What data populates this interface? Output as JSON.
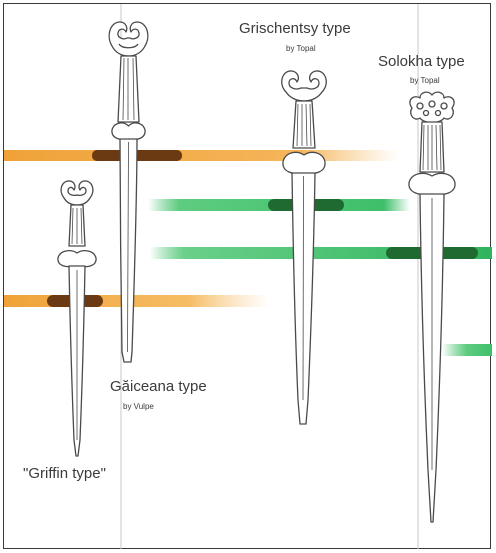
{
  "colors": {
    "orange": "#f0a238",
    "orange_dark": "#6b3a12",
    "green": "#3fbf6a",
    "green_dark": "#1f6a30",
    "outline": "#4a4a4a",
    "grid_line": "#c8c8c8",
    "text": "#3b3b3b"
  },
  "labels": {
    "grischentsy": {
      "name": "Grischentsy type",
      "by": "by Topal"
    },
    "solokha": {
      "name": "Solokha type",
      "by": "by Topal"
    },
    "gaiceana": {
      "name": "Găiceana type",
      "by": "by Vulpe"
    },
    "griffin": {
      "name": "\"Griffin type\""
    }
  },
  "illustrations": [
    {
      "name": "gaiceana-type-dagger",
      "description": "long dagger with scrolled antenna pommel"
    },
    {
      "name": "griffin-type-dagger",
      "description": "small dagger with griffin-head pommel"
    },
    {
      "name": "grischentsy-type-dagger",
      "description": "dagger with spiral volute pommel"
    },
    {
      "name": "solokha-type-dagger",
      "description": "long dagger with ornate multi-lobed pommel"
    }
  ]
}
